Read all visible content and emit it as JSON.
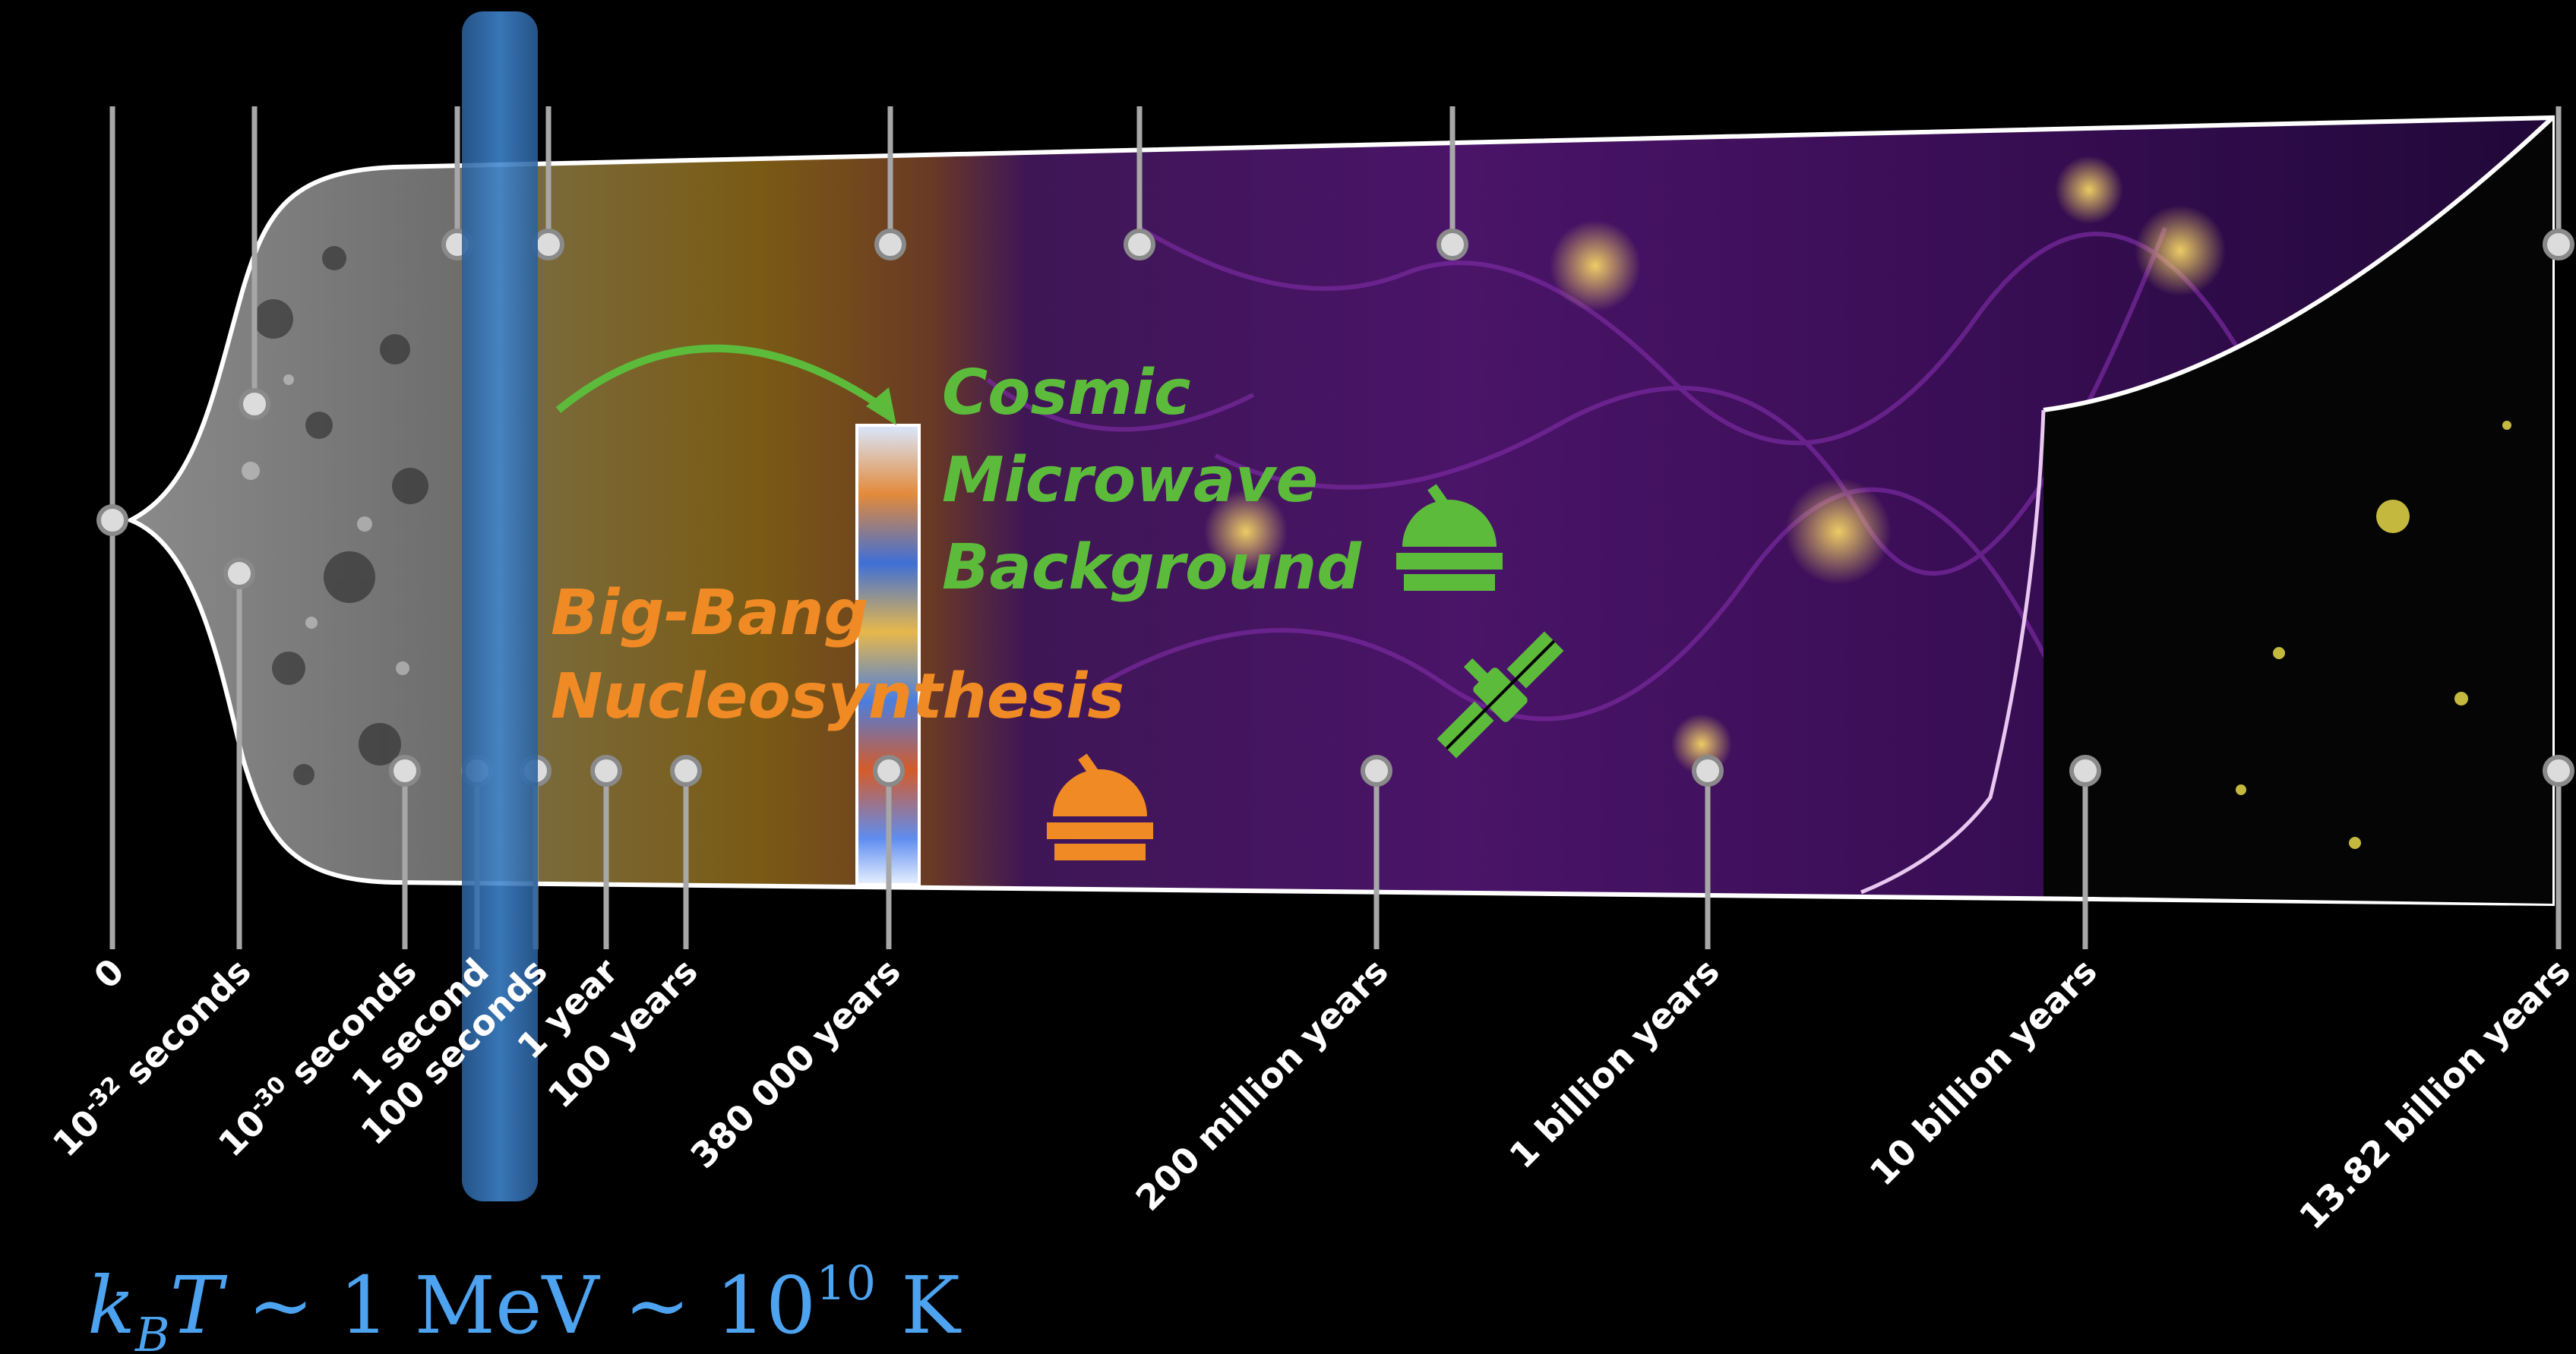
{
  "timeline": {
    "top_markers": [
      {
        "id": "t1"
      },
      {
        "id": "t2"
      },
      {
        "id": "t3"
      },
      {
        "id": "t4"
      },
      {
        "id": "t5"
      },
      {
        "id": "t6"
      },
      {
        "id": "t7"
      },
      {
        "id": "t8"
      }
    ],
    "bottom_labels": [
      {
        "text": "0",
        "sup": "",
        "after": ""
      },
      {
        "text": "10",
        "sup": "-32",
        "after": " seconds"
      },
      {
        "text": "10",
        "sup": "-30",
        "after": " seconds"
      },
      {
        "text": "1 second",
        "sup": "",
        "after": ""
      },
      {
        "text": "100 seconds",
        "sup": "",
        "after": ""
      },
      {
        "text": "1 year",
        "sup": "",
        "after": ""
      },
      {
        "text": "100 years",
        "sup": "",
        "after": ""
      },
      {
        "text": "380 000 years",
        "sup": "",
        "after": ""
      },
      {
        "text": "200 million years",
        "sup": "",
        "after": ""
      },
      {
        "text": "1 billion years",
        "sup": "",
        "after": ""
      },
      {
        "text": "10 billion years",
        "sup": "",
        "after": ""
      },
      {
        "text": "13.82 billion years",
        "sup": "",
        "after": ""
      }
    ]
  },
  "eras": {
    "cmb_line1": "Cosmic",
    "cmb_line2": "Microwave",
    "cmb_line3": "Background",
    "bbn_line1": "Big-Bang",
    "bbn_line2": "Nucleosynthesis"
  },
  "formula": {
    "k": "k",
    "k_sub": "B",
    "T": "T",
    "rest1": " ~ 1 MeV ~ 10",
    "exp": "10",
    "rest2": " K"
  },
  "colors": {
    "cmb_green": "#5dbb3c",
    "bbn_orange": "#f08a24",
    "highlight_blue": "#3c7fc0",
    "formula_blue": "#4da3f0",
    "plasma_purple": "#5a1a78"
  },
  "icons": [
    "observatory-icon",
    "observatory-icon",
    "satellite-icon",
    "arrow-icon"
  ]
}
